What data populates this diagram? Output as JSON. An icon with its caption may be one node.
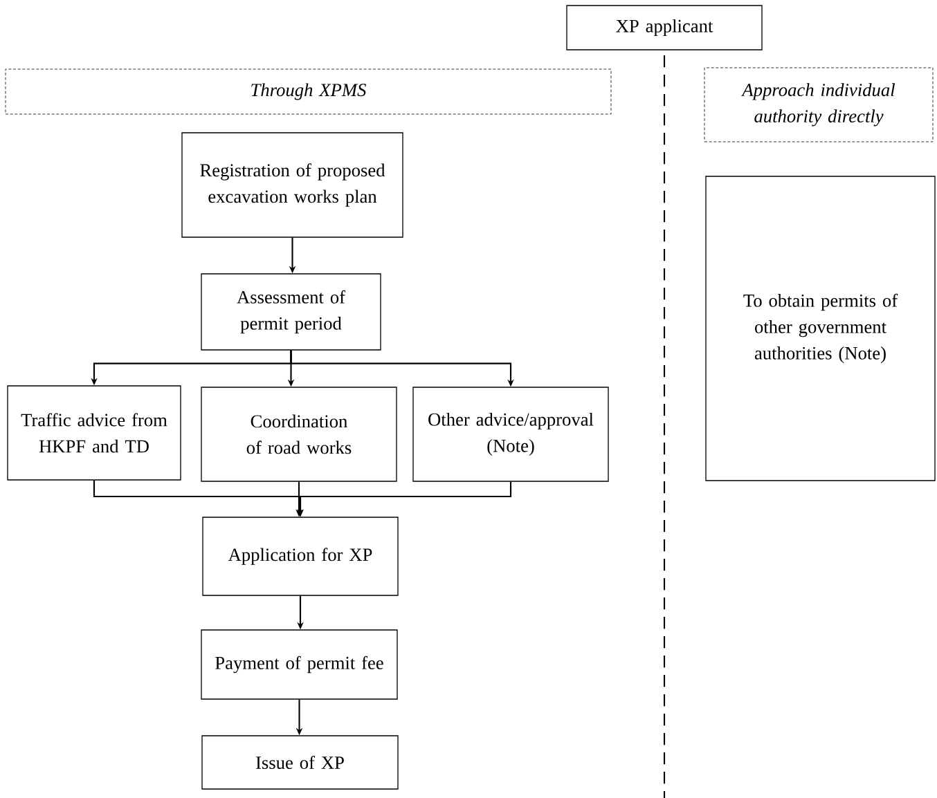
{
  "diagram": {
    "nodes": [
      {
        "text": [
          "XP applicant"
        ]
      },
      {
        "text": [
          "Through XPMS"
        ]
      },
      {
        "text": [
          "Approach individual authority directly"
        ]
      },
      {
        "text": [
          "Registration of proposed excavation works plan"
        ]
      },
      {
        "text": [
          "Assessment of permit period"
        ]
      },
      {
        "text": [
          "Traffic advice from HKPF and TD"
        ]
      },
      {
        "text": [
          "Coordination of road works"
        ]
      },
      {
        "text": [
          "Other advice/approval (Note)"
        ]
      },
      {
        "text": [
          "Application for XP"
        ]
      },
      {
        "text": [
          "Payment of permit fee"
        ]
      },
      {
        "text": [
          "Issue of XP"
        ]
      },
      {
        "text": [
          "To obtain permits of other government authorities (Note)"
        ]
      }
    ],
    "edges": [
      {
        "from": 3,
        "to": 4,
        "arrow": "to"
      },
      {
        "from": 4,
        "to": 5,
        "arrow": "to"
      },
      {
        "from": 4,
        "to": 6,
        "arrow": "to"
      },
      {
        "from": 4,
        "to": 7,
        "arrow": "to"
      },
      {
        "from": 5,
        "to": 8,
        "arrow": "to"
      },
      {
        "from": 6,
        "to": 8,
        "arrow": "to"
      },
      {
        "from": 7,
        "to": 8,
        "arrow": "to"
      },
      {
        "from": 8,
        "to": 9,
        "arrow": "to"
      },
      {
        "from": 9,
        "to": 10,
        "arrow": "to"
      }
    ]
  }
}
